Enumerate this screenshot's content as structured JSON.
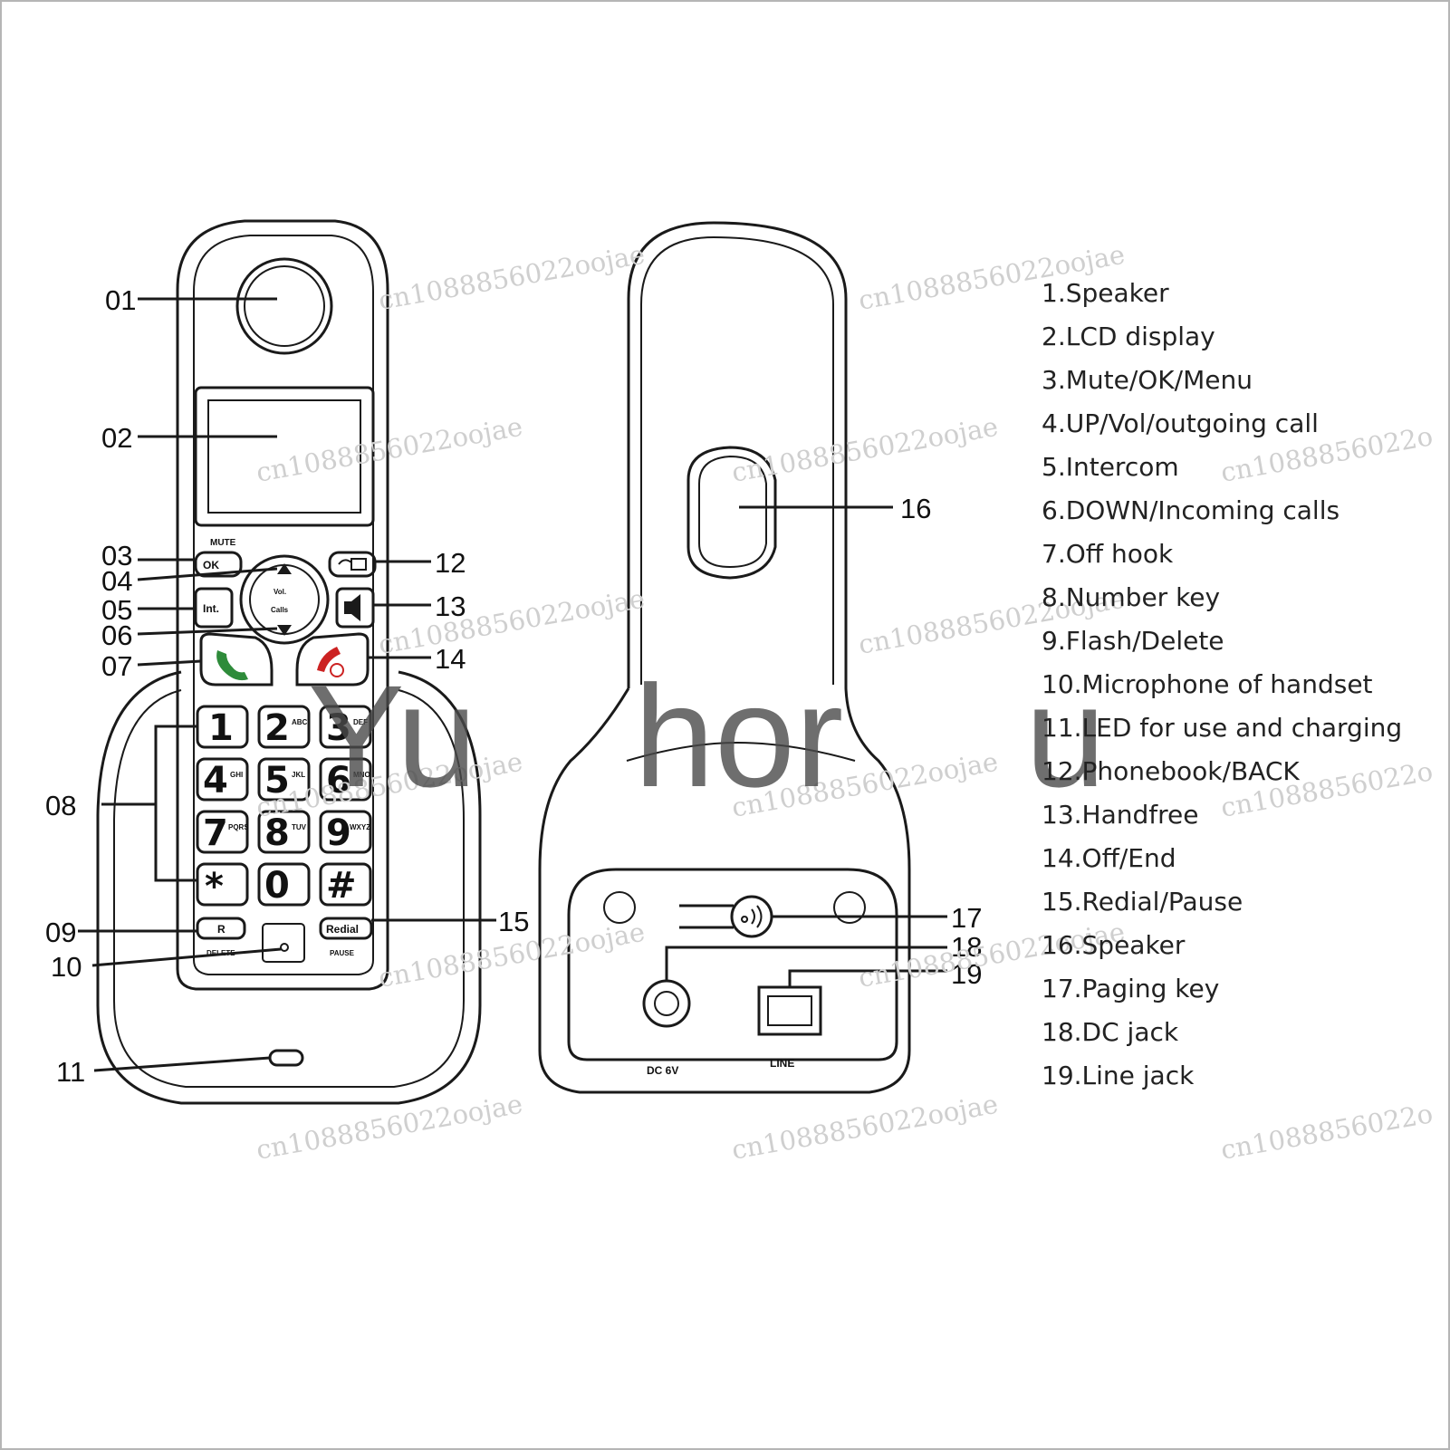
{
  "callouts": [
    "01",
    "02",
    "03",
    "04",
    "05",
    "06",
    "07",
    "08",
    "09",
    "10",
    "11",
    "12",
    "13",
    "14",
    "15",
    "16",
    "17",
    "18",
    "19"
  ],
  "legend": [
    "1.Speaker",
    "2.LCD display",
    "3.Mute/OK/Menu",
    "4.UP/Vol/outgoing call",
    "5.Intercom",
    "6.DOWN/Incoming calls",
    "7.Off hook",
    "8.Number key",
    "9.Flash/Delete",
    "10.Microphone of handset",
    "11.LED for use and charging",
    "12.Phonebook/BACK",
    "13.Handfree",
    "14.Off/End",
    "15.Redial/Pause",
    "16.Speaker",
    "17.Paging key",
    "18.DC jack",
    "19.Line jack"
  ],
  "handset": {
    "mute_label": "MUTE",
    "ok_label": "OK",
    "int_label": "Int.",
    "vol_label": "Vol.",
    "calls_label": "Calls",
    "r_label": "R",
    "delete_label": "DELETE",
    "redial_label": "Redial",
    "pause_label": "PAUSE",
    "keys": [
      {
        "digit": "1",
        "letters": ""
      },
      {
        "digit": "2",
        "letters": "ABC"
      },
      {
        "digit": "3",
        "letters": "DEF"
      },
      {
        "digit": "4",
        "letters": "GHI"
      },
      {
        "digit": "5",
        "letters": "JKL"
      },
      {
        "digit": "6",
        "letters": "MNO"
      },
      {
        "digit": "7",
        "letters": "PQRS"
      },
      {
        "digit": "8",
        "letters": "TUV"
      },
      {
        "digit": "9",
        "letters": "WXYZ"
      },
      {
        "digit": "*",
        "letters": ""
      },
      {
        "digit": "0",
        "letters": ""
      },
      {
        "digit": "#",
        "letters": ""
      }
    ]
  },
  "base": {
    "dc_label": "DC 6V",
    "line_label": "LINE"
  },
  "watermark": {
    "text": "cn1088856022oojae",
    "brand": "Yu hor u",
    "color": "#cfcfcf"
  }
}
